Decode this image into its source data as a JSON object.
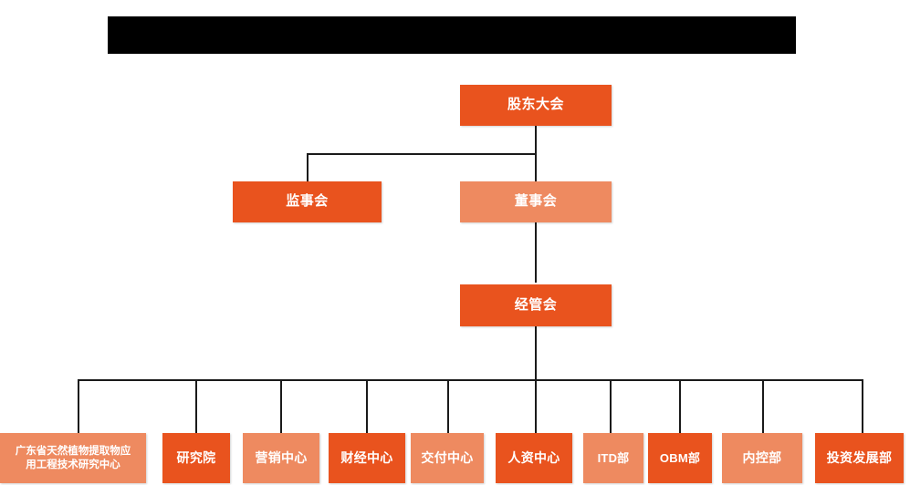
{
  "page": {
    "title_bar": {
      "name": "redacted-title-bar",
      "text": "",
      "color": "#000000"
    },
    "background_color": "#ffffff",
    "connector_color": "#1a1a1a"
  },
  "palette": {
    "dark_orange": "#E9531E",
    "light_orange": "#EE8A60",
    "text": "#ffffff"
  },
  "chart_data": {
    "type": "diagram",
    "diagram_type": "org-chart",
    "title": "",
    "levels": [
      {
        "level": 1,
        "nodes": [
          {
            "id": "shareholders",
            "label": "股东大会",
            "color": "dark_orange"
          }
        ]
      },
      {
        "level": 2,
        "nodes": [
          {
            "id": "supervisors",
            "label": "监事会",
            "color": "dark_orange"
          },
          {
            "id": "directors",
            "label": "董事会",
            "color": "light_orange"
          }
        ]
      },
      {
        "level": 3,
        "nodes": [
          {
            "id": "management",
            "label": "经管会",
            "color": "dark_orange"
          }
        ]
      },
      {
        "level": 4,
        "nodes": [
          {
            "id": "research-center",
            "label": "广东省天然植物提取物应\n用工程技术研究中心",
            "color": "light_orange"
          },
          {
            "id": "institute",
            "label": "研究院",
            "color": "dark_orange"
          },
          {
            "id": "marketing",
            "label": "营销中心",
            "color": "light_orange"
          },
          {
            "id": "finance",
            "label": "财经中心",
            "color": "dark_orange"
          },
          {
            "id": "delivery",
            "label": "交付中心",
            "color": "light_orange"
          },
          {
            "id": "hr",
            "label": "人资中心",
            "color": "dark_orange"
          },
          {
            "id": "itd",
            "label": "ITD部",
            "color": "light_orange"
          },
          {
            "id": "obm",
            "label": "OBM部",
            "color": "dark_orange"
          },
          {
            "id": "internal-control",
            "label": "内控部",
            "color": "light_orange"
          },
          {
            "id": "investment",
            "label": "投资发展部",
            "color": "dark_orange"
          }
        ]
      }
    ],
    "edges": [
      {
        "from": "shareholders",
        "to": "supervisors"
      },
      {
        "from": "shareholders",
        "to": "directors"
      },
      {
        "from": "directors",
        "to": "management"
      },
      {
        "from": "management",
        "to": "research-center"
      },
      {
        "from": "management",
        "to": "institute"
      },
      {
        "from": "management",
        "to": "marketing"
      },
      {
        "from": "management",
        "to": "finance"
      },
      {
        "from": "management",
        "to": "delivery"
      },
      {
        "from": "management",
        "to": "hr"
      },
      {
        "from": "management",
        "to": "itd"
      },
      {
        "from": "management",
        "to": "obm"
      },
      {
        "from": "management",
        "to": "internal-control"
      },
      {
        "from": "management",
        "to": "investment"
      }
    ]
  }
}
